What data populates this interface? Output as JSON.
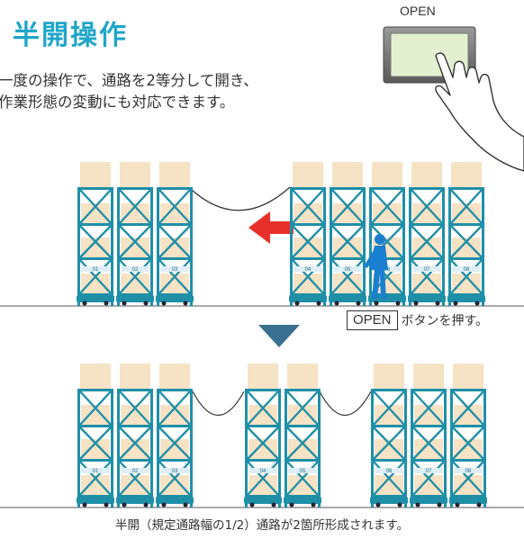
{
  "title": "半開操作",
  "description": "一度の操作で、通路を2等分して開き、\n作業形態の変動にも対応できます。",
  "panel": {
    "label": "OPEN"
  },
  "instruction": {
    "button_label": "OPEN",
    "text": "ボタンを押す。"
  },
  "caption": "半開（規定通路幅の1/2）通路が2箇所形成されます。",
  "rack_labels": {
    "top": [
      "01",
      "02",
      "03",
      "04",
      "05",
      "06",
      "07",
      "08"
    ],
    "bottom": [
      "01",
      "02",
      "03",
      "04",
      "05",
      "06",
      "07",
      "08"
    ]
  },
  "colors": {
    "accent": "#1fa6c8",
    "rack_frame": "#1f8fa8",
    "box": "#f6e2c4",
    "arrow": "#e8302a",
    "down_arrow": "#3a6f8f",
    "person": "#1a7fd0",
    "panel_screen": "#e2f0d0"
  }
}
